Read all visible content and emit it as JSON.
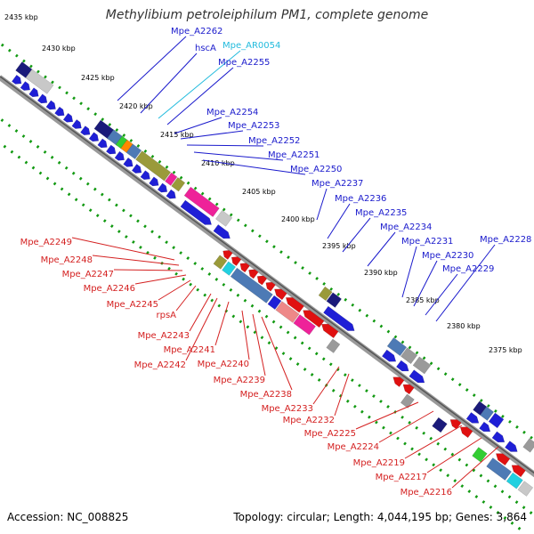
{
  "header": {
    "title": "Methylibium petroleiphilum PM1, complete genome"
  },
  "footer": {
    "accession": "Accession: NC_008825",
    "summary": "Topology: circular; Length: 4,044,195 bp; Genes: 3,864"
  },
  "colors": {
    "forward_label": "#1a1acc",
    "reverse_label": "#d42020",
    "rna_label": "#22bbdd",
    "ticks": "#119911",
    "backbone": "#888888"
  },
  "ticks": [
    "2435 kbp",
    "2430 kbp",
    "2425 kbp",
    "2420 kbp",
    "2415 kbp",
    "2410 kbp",
    "2405 kbp",
    "2400 kbp",
    "2395 kbp",
    "2390 kbp",
    "2385 kbp",
    "2380 kbp",
    "2375 kbp"
  ],
  "forward_labels": [
    "Mpe_A2262",
    "hscA",
    "Mpe_AR0054",
    "Mpe_A2255",
    "Mpe_A2254",
    "Mpe_A2253",
    "Mpe_A2252",
    "Mpe_A2251",
    "Mpe_A2250",
    "Mpe_A2237",
    "Mpe_A2236",
    "Mpe_A2235",
    "Mpe_A2234",
    "Mpe_A2231",
    "Mpe_A2230",
    "Mpe_A2229",
    "Mpe_A2228"
  ],
  "reverse_labels": [
    "Mpe_A2249",
    "Mpe_A2248",
    "Mpe_A2247",
    "Mpe_A2246",
    "Mpe_A2245",
    "rpsA",
    "Mpe_A2243",
    "Mpe_A2241",
    "Mpe_A2242",
    "Mpe_A2240",
    "Mpe_A2239",
    "Mpe_A2238",
    "Mpe_A2233",
    "Mpe_A2232",
    "Mpe_A2225",
    "Mpe_A2224",
    "Mpe_A2219",
    "Mpe_A2217",
    "Mpe_A2216"
  ]
}
